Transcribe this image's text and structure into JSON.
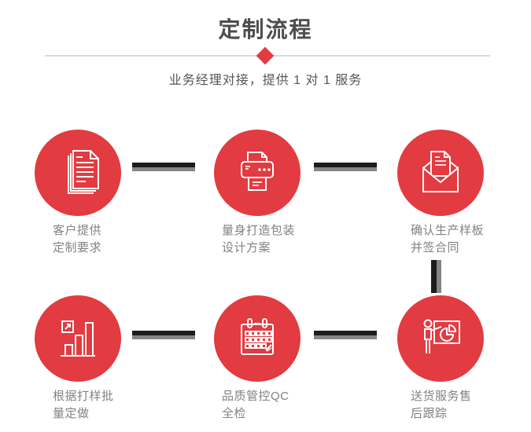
{
  "header": {
    "title": "定制流程",
    "subtitle": "业务经理对接，提供 1 对 1 服务"
  },
  "colors": {
    "accent_red": "#e23b41",
    "connector_dark": "#1c1c1c",
    "connector_gray": "#858585",
    "divider_gray": "#d9d9d9",
    "title_text": "#4d4d4d",
    "subtitle_text": "#555555",
    "label_text": "#828282"
  },
  "steps": [
    {
      "icon": "documents-icon",
      "label": "客户提供\n定制要求"
    },
    {
      "icon": "printer-icon",
      "label": "量身打造包装\n设计方案"
    },
    {
      "icon": "mail-icon",
      "label": "确认生产样板\n并签合同"
    },
    {
      "icon": "bar-chart-icon",
      "label": "根据打样批\n量定做"
    },
    {
      "icon": "calendar-icon",
      "label": "品质管控QC\n全检"
    },
    {
      "icon": "presentation-icon",
      "label": "送货服务售\n后跟踪"
    }
  ]
}
